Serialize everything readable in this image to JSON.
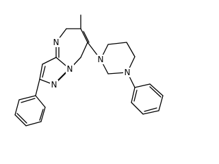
{
  "molecule": {
    "atom_labels": [
      {
        "id": "N4",
        "text": "N"
      },
      {
        "id": "N1",
        "text": "N"
      },
      {
        "id": "N7a",
        "text": "N"
      },
      {
        "id": "Np1",
        "text": "N"
      },
      {
        "id": "Np4",
        "text": "N"
      }
    ]
  }
}
